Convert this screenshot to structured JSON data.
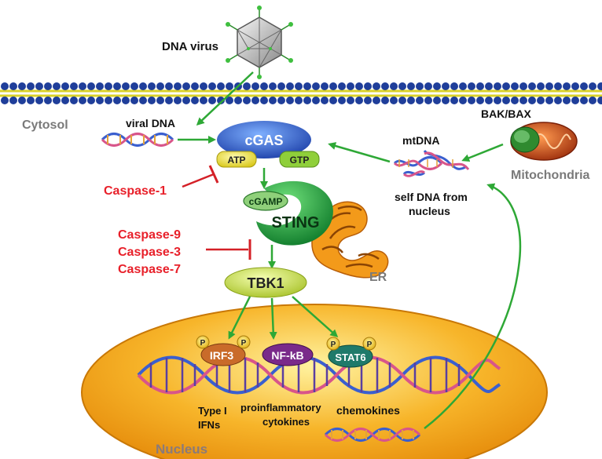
{
  "labels": {
    "dna_virus": "DNA virus",
    "cytosol": "Cytosol",
    "viral_dna": "viral DNA",
    "cgas": "cGAS",
    "atp": "ATP",
    "gtp": "GTP",
    "caspase1": "Caspase-1",
    "cgamp": "cGAMP",
    "sting": "STING",
    "caspase9": "Caspase-9",
    "caspase3": "Caspase-3",
    "caspase7": "Caspase-7",
    "tbk1": "TBK1",
    "er": "ER",
    "mtdna": "mtDNA",
    "bak_bax": "BAK/BAX",
    "mitochondria": "Mitochondria",
    "self_dna_line1": "self DNA from",
    "self_dna_line2": "nucleus",
    "irf3": "IRF3",
    "nfkb": "NF-kB",
    "stat6": "STAT6",
    "phospho": "P",
    "type1_line1": "Type I",
    "type1_line2": "IFNs",
    "proinf_line1": "proinflammatory",
    "proinf_line2": "cytokines",
    "chemokines": "chemokines",
    "nucleus": "Nucleus"
  },
  "colors": {
    "activation_arrow": "#2ea836",
    "inhibition": "#d42027",
    "caspase_text": "#e8202a",
    "membrane_head": "#1f3e9a",
    "membrane_tail": "#f5e600",
    "cgas": "#2b5ed0",
    "atp_gtp": "#e9de2a",
    "sting": "#1a9a3a",
    "tbk1": "#d6e85a",
    "er": "#f08a12",
    "nucleus": "#f4a516",
    "irf3": "#c96b2a",
    "nfkb": "#7a2a8a",
    "stat6": "#1f7a6a",
    "mitochondria": "#c24a1a"
  }
}
